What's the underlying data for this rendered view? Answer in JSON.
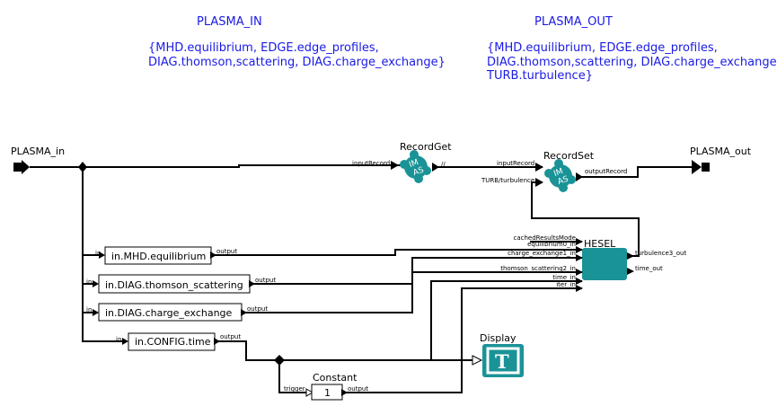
{
  "annotations": {
    "plasma_in_title": "PLASMA_IN",
    "plasma_in_desc": [
      "{MHD.equilibrium, EDGE.edge_profiles,",
      "DIAG.thomson,scattering, DIAG.charge_exchange}"
    ],
    "plasma_out_title": "PLASMA_OUT",
    "plasma_out_desc": [
      "{MHD.equilibrium, EDGE.edge_profiles,",
      "DIAG.thomson,scattering, DIAG.charge_exchange,",
      "TURB.turbulence}"
    ]
  },
  "ports": {
    "in_label": "PLASMA_in",
    "out_label": "PLASMA_out"
  },
  "actors": {
    "record_get": {
      "title": "RecordGet",
      "input": "inputRecord",
      "output": "//"
    },
    "record_set": {
      "title": "RecordSet",
      "inputs": [
        "inputRecord",
        "TURB/turbulence"
      ],
      "output": "outputRecord"
    },
    "imas_icon_text": [
      "IM",
      "AS"
    ],
    "hesel": {
      "title": "HESEL",
      "inputs": [
        "cachedResultsMode",
        "equilibrium0_in",
        "charge_exchange1_in",
        "thomson_scattering2_in",
        "time_in",
        "iter_in"
      ],
      "outputs": [
        "turbulence3_out",
        "time_out"
      ]
    },
    "display": {
      "title": "Display",
      "glyph": "T"
    },
    "constant": {
      "title": "Constant",
      "value": "1",
      "input": "trigger",
      "output": "output"
    },
    "expressions": [
      {
        "label": "in.MHD.equilibrium",
        "input": "in",
        "output": "output"
      },
      {
        "label": "in.DIAG.thomson_scattering",
        "input": "in",
        "output": "output"
      },
      {
        "label": "in.DIAG.charge_exchange",
        "input": "in",
        "output": "output"
      },
      {
        "label": "in.CONFIG.time",
        "input": "in",
        "output": "output"
      }
    ]
  },
  "colors": {
    "annotation": "#1a1ae6",
    "actor_teal": "#1a9397",
    "wire": "#000000"
  }
}
